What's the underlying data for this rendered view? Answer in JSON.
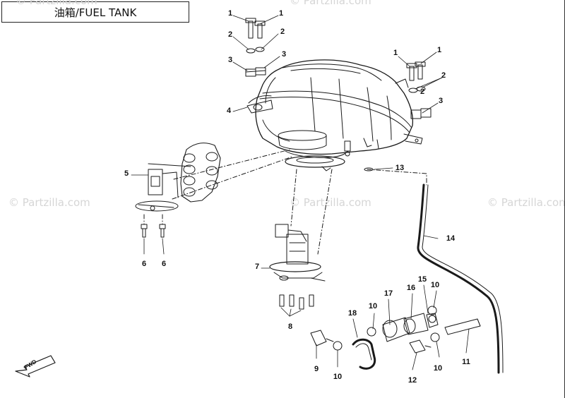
{
  "title": "油箱/FUEL TANK",
  "watermarks": [
    "© Partzilla.com",
    "© Partzilla.com",
    "© Partzilla.com",
    "© Partzilla.com",
    "© Partzilla.com"
  ],
  "fwd_label": "FWD",
  "callouts": {
    "c1a": "1",
    "c1b": "1",
    "c1c": "1",
    "c1d": "1",
    "c2a": "2",
    "c2b": "2",
    "c2c": "2",
    "c2d": "2",
    "c3a": "3",
    "c3b": "3",
    "c3c": "3",
    "c4": "4",
    "c5": "5",
    "c6a": "6",
    "c6b": "6",
    "c7": "7",
    "c8": "8",
    "c9": "9",
    "c10a": "10",
    "c10b": "10",
    "c10c": "10",
    "c10d": "10",
    "c11": "11",
    "c12": "12",
    "c13": "13",
    "c14": "14",
    "c15": "15",
    "c16": "16",
    "c17": "17",
    "c18": "18"
  },
  "colors": {
    "line": "#1a1a1a",
    "watermark": "#d6d6d6",
    "background": "#ffffff"
  }
}
